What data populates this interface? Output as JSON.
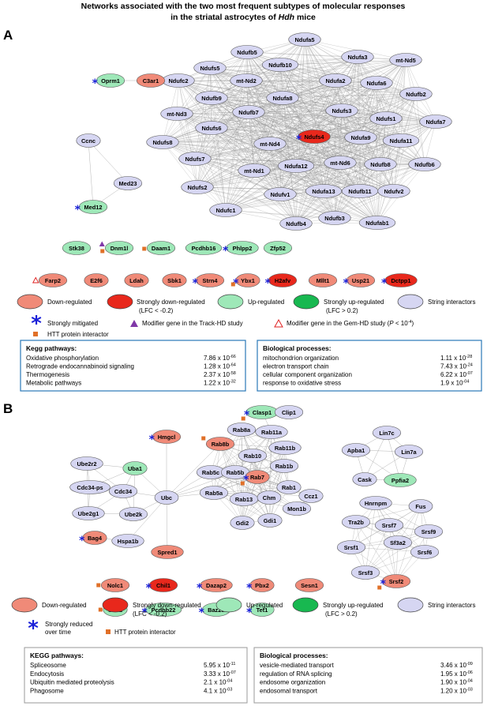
{
  "title_line1": "Networks associated with the two most frequent subtypes of molecular responses",
  "title_line2_prefix": "in the striatal astrocytes of ",
  "title_line2_italic": "Hdh",
  "title_line2_suffix": " mice",
  "colors": {
    "down": "#f08a78",
    "strong_down": "#e8281c",
    "up": "#9ee8b8",
    "strong_up": "#18b850",
    "interactor": "#d6d6f2",
    "mitigated": "#1a20d8",
    "modifier_track": "#8038a8",
    "modifier_gem": "#e02020",
    "htt": "#e07028",
    "box_border_a": "#2a78b8",
    "box_border_b": "#9a9a9a",
    "edge": "#909090"
  },
  "panelA": {
    "label": "A",
    "legend": {
      "down": "Down-regulated",
      "strong_down_1": "Strongly down-regulated",
      "strong_down_2": "(LFC < -0.2)",
      "up": "Up-regulated",
      "strong_up_1": "Strongly up-regulated",
      "strong_up_2": "(LFC > 0.2)",
      "interactor": "String interactors",
      "mitigated": "Strongly mitigated",
      "track": "Modifier gene in the Track-HD study",
      "gem_prefix": "Modifier gene in the Gem-HD study (",
      "gem_p": "P",
      "gem_suffix": " < 10",
      "gem_exp": "-4",
      "gem_close": ")",
      "htt": "HTT protein interactor"
    },
    "kegg": {
      "heading": "Kegg pathways:",
      "rows": [
        {
          "name": "Oxidative phosphorylation",
          "value": "7.86 x 10",
          "exp": "-66"
        },
        {
          "name": "Retrograde endocannabinoid signaling",
          "value": "1.28 x 10",
          "exp": "-64"
        },
        {
          "name": "Thermogenesis",
          "value": "2.37 x 10",
          "exp": "-58"
        },
        {
          "name": "Metabolic pathways",
          "value": "1.22 x 10",
          "exp": "-32"
        }
      ]
    },
    "bio": {
      "heading": "Biological processes:",
      "rows": [
        {
          "name": "mitochondrion organization",
          "value": "1.11 x 10",
          "exp": "-28"
        },
        {
          "name": "electron transport chain",
          "value": "7.43 x 10",
          "exp": "-24"
        },
        {
          "name": "cellular component organization",
          "value": "6.22 x 10",
          "exp": "-07"
        },
        {
          "name": "response to oxidative stress",
          "value": "1.9 x 10",
          "exp": "-04"
        }
      ]
    },
    "cluster_nodes": [
      "Ndufb5",
      "Ndufa5",
      "Ndufs5",
      "Ndufb10",
      "Ndufa3",
      "mt-Nd5",
      "Ndufc2",
      "mt-Nd2",
      "Ndufa2",
      "Ndufa6",
      "Ndufb9",
      "Ndufa8",
      "Ndufb2",
      "mt-Nd3",
      "Ndufb7",
      "Ndufs3",
      "Ndufs1",
      "Ndufa7",
      "Ndufs6",
      "Ndufs4",
      "Ndufa9",
      "Ndufa11",
      "Ndufs8",
      "mt-Nd4",
      "mt-Nd6",
      "Ndufs7",
      "Ndufa12",
      "Ndufb8",
      "Ndufb6",
      "mt-Nd1",
      "Ndufs2",
      "Ndufv1",
      "Ndufa13",
      "Ndufb11",
      "Ndufv2",
      "Ndufc1",
      "Ndufb3",
      "Ndufb4",
      "Ndufab1"
    ],
    "other_nodes": [
      "Oprm1",
      "C3ar1",
      "Ccnc",
      "Med23",
      "Med12"
    ],
    "row1": [
      "Stk38",
      "Dnm1l",
      "Daam1",
      "Pcdhb16",
      "Phlpp2",
      "Zfp52"
    ],
    "row2": [
      "Farp2",
      "E2f6",
      "Ldah",
      "Sbk1",
      "Strn4",
      "Ybx1",
      "H2afv",
      "Mllt1",
      "Usp21",
      "Dctpp1"
    ]
  },
  "panelB": {
    "label": "B",
    "legend": {
      "down": "Down-regulated",
      "strong_down_1": "Strongly down-regulated",
      "strong_down_2": "(LFC < -0.2)",
      "up": "Up-regulated",
      "strong_up_1": "Strongly up-regulated",
      "strong_up_2": "(LFC > 0.2)",
      "interactor": "String interactors",
      "reduced_1": "Strongly reduced",
      "reduced_2": "over time",
      "htt": "HTT protein interactor"
    },
    "kegg": {
      "heading": "KEGG pathways:",
      "rows": [
        {
          "name": "Spliceosome",
          "value": "5.95 x 10",
          "exp": "-11"
        },
        {
          "name": "Endocytosis",
          "value": "3.33 x 10",
          "exp": "-07"
        },
        {
          "name": "Ubiquitin mediated proteolysis",
          "value": "2.1 x 10",
          "exp": "-04"
        },
        {
          "name": "Phagosome",
          "value": "4.1 x 10",
          "exp": "-03"
        }
      ]
    },
    "bio": {
      "heading": "Biological processes:",
      "rows": [
        {
          "name": "vesicle-mediated transport",
          "value": "3.46 x 10",
          "exp": "-09"
        },
        {
          "name": "regulation of RNA splicing",
          "value": "1.95 x 10",
          "exp": "-06"
        },
        {
          "name": "endosome organization",
          "value": "1.90 x 10",
          "exp": "-04"
        },
        {
          "name": "endosomal transport",
          "value": "1.20 x 10",
          "exp": "-03"
        }
      ]
    },
    "ubc_nodes": [
      "Hmgcl",
      "Ube2r2",
      "Uba1",
      "Cdc34-ps",
      "Cdc34",
      "Ubc",
      "Ube2g1",
      "Ube2k",
      "Bag4",
      "Hspa1b",
      "Spred1"
    ],
    "rab_nodes": [
      "Clasp1",
      "Clip1",
      "Rab8a",
      "Rab11a",
      "Rab8b",
      "Rab11b",
      "Rab10",
      "Rab1b",
      "Rab5c",
      "Rab5b",
      "Rab7",
      "Rab1",
      "Ccz1",
      "Rab5a",
      "Rab13",
      "Chm",
      "Mon1b",
      "Gdi2",
      "Gdi1"
    ],
    "lin_nodes": [
      "Lin7c",
      "Apba1",
      "Lin7a",
      "Cask",
      "Ppfia2"
    ],
    "splice_nodes": [
      "Hnrnpm",
      "Fus",
      "Tra2b",
      "Srsf7",
      "Srsf9",
      "Sf3a2",
      "Srsf1",
      "Srsf6",
      "Srsf3",
      "Srsf2"
    ],
    "row1": [
      "Nolc1",
      "Chil1",
      "Dazap2",
      "Pbx2",
      "Sesn1"
    ],
    "row2": [
      "Sod2",
      "Pcdhb22",
      "Baz2b",
      "Tet1"
    ]
  }
}
